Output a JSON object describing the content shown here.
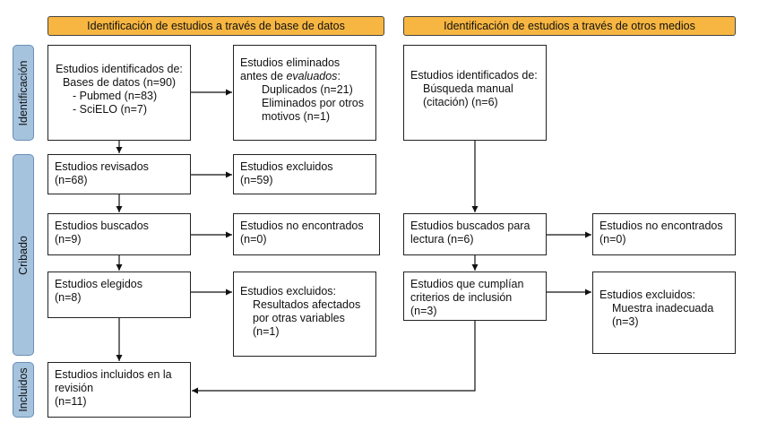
{
  "headers": {
    "db": "Identificación de estudios a través de base de datos",
    "other": "Identificación de estudios a través de otros medios"
  },
  "stages": {
    "identificacion": "Identificación",
    "cribado": "Cribado",
    "incluidos": "Incluidos"
  },
  "db": {
    "identified": {
      "l1": "Estudios identificados de:",
      "l2": "Bases de datos (n=90)",
      "l3": "-   Pubmed (n=83)",
      "l4": "-   SciELO (n=7)"
    },
    "removed": {
      "l1": "Estudios eliminados",
      "l2_pre": "antes de ",
      "l2_em": "evaluados",
      "l2_post": ":",
      "l3": "Duplicados (n=21)",
      "l4": "Eliminados por otros",
      "l5": "motivos (n=1)"
    },
    "reviewed": {
      "l1": "Estudios revisados",
      "l2": "(n=68)"
    },
    "excluded1": {
      "l1": "Estudios excluidos",
      "l2": "(n=59)"
    },
    "searched": {
      "l1": "Estudios buscados",
      "l2": "(n=9)"
    },
    "not_found": {
      "l1": "Estudios no encontrados",
      "l2": "(n=0)"
    },
    "chosen": {
      "l1": "Estudios elegidos",
      "l2": "(n=8)"
    },
    "excluded2": {
      "l1": "Estudios excluidos:",
      "l2": "Resultados afectados",
      "l3": "por otras variables",
      "l4": "(n=1)"
    },
    "included": {
      "l1": "Estudios incluidos en la",
      "l2": "revisión",
      "l3": "(n=11)"
    }
  },
  "other": {
    "identified": {
      "l1": "Estudios identificados de:",
      "l2": "Búsqueda manual",
      "l3": "(citación) (n=6)"
    },
    "searched": {
      "l1": "Estudios buscados para",
      "l2": "lectura (n=6)"
    },
    "not_found": {
      "l1": "Estudios no encontrados",
      "l2": "(n=0)"
    },
    "eligible": {
      "l1": "Estudios que cumplían",
      "l2": "criterios de inclusión",
      "l3": "(n=3)"
    },
    "excluded": {
      "l1": "Estudios excluidos:",
      "l2": "Muestra inadecuada",
      "l3": "(n=3)"
    }
  }
}
